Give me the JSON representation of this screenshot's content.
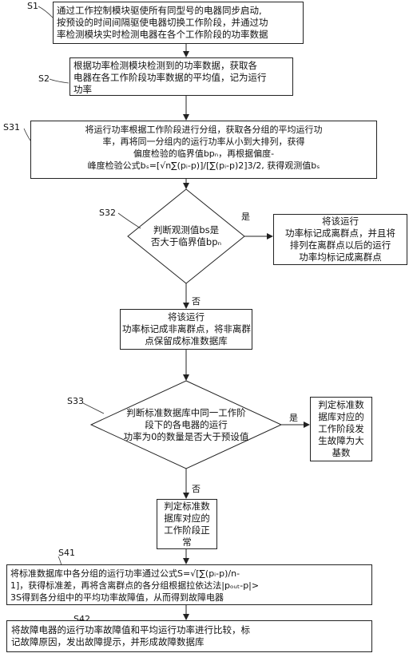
{
  "steps": {
    "s1": {
      "label": "S1",
      "lines": [
        "通过工作控制模块驱使所有同型号的电器同步启动,",
        "按预设的时间间隔驱使电器切换工作阶段，并通过功",
        "率检测模块实时检测电器在各个工作阶段的功率数据"
      ]
    },
    "s2": {
      "label": "S2",
      "lines": [
        "根据功率检测模块检测到的功率数据，获取各",
        "电器在各工作阶段功率数据的平均值，记为运行",
        "功率"
      ]
    },
    "s31": {
      "label": "S31",
      "lines": [
        "将运行功率根据工作阶段进行分组，获取各分组的平均运行功",
        "率，再将同一分组内的运行功率从小到大排列，获得",
        "偏度检验的临界值bpₙ，再根据偏度-",
        "峰度检验公式bₛ=[√n∑(pᵢ-p)]/[∑(pᵢ-p)2]3/2, 获得观测值bₛ"
      ]
    },
    "s32": {
      "label": "S32",
      "lines": [
        "判断观测值bs是",
        "否大于临界值bpₙ"
      ],
      "yes": "是",
      "no": "否"
    },
    "outlier": {
      "lines": [
        "将该运行",
        "功率标记成离群点，并且将",
        "排列在离群点以后的运行",
        "功率均标记成离群点"
      ]
    },
    "non_outlier": {
      "lines": [
        "将该运行",
        "功率标记成非离群点，将非离群",
        "点保留成标准数据库"
      ]
    },
    "s33": {
      "label": "S33",
      "lines": [
        "判断标准数据库中同一工作阶",
        "段下的各电器的运行",
        "功率为0的数量是否大于预设值"
      ],
      "yes": "是",
      "no": "否"
    },
    "fault_major": {
      "lines": [
        "判定标准数",
        "据库对应的",
        "工作阶段发",
        "生故障为大",
        "基数"
      ]
    },
    "normal": {
      "lines": [
        "判定标准数",
        "据库对应的",
        "工作阶段正",
        "常"
      ]
    },
    "s41": {
      "label": "S41",
      "lines": [
        "将标准数据库中各分组的运行功率通过公式S=√[∑(pᵢ-p)/n-",
        "1]，获得标准差，再将含离群点的各分组根据拉依达法|pₒᵤₜ-p|>",
        "3S得到各分组中的平均功率故障值，从而得到故障电器"
      ]
    },
    "s42": {
      "label": "S42",
      "lines": [
        "将故障电器的运行功率故障值和平均运行功率进行比较，标",
        "记故障原因，发出故障提示，并形成故障数据库"
      ]
    }
  }
}
